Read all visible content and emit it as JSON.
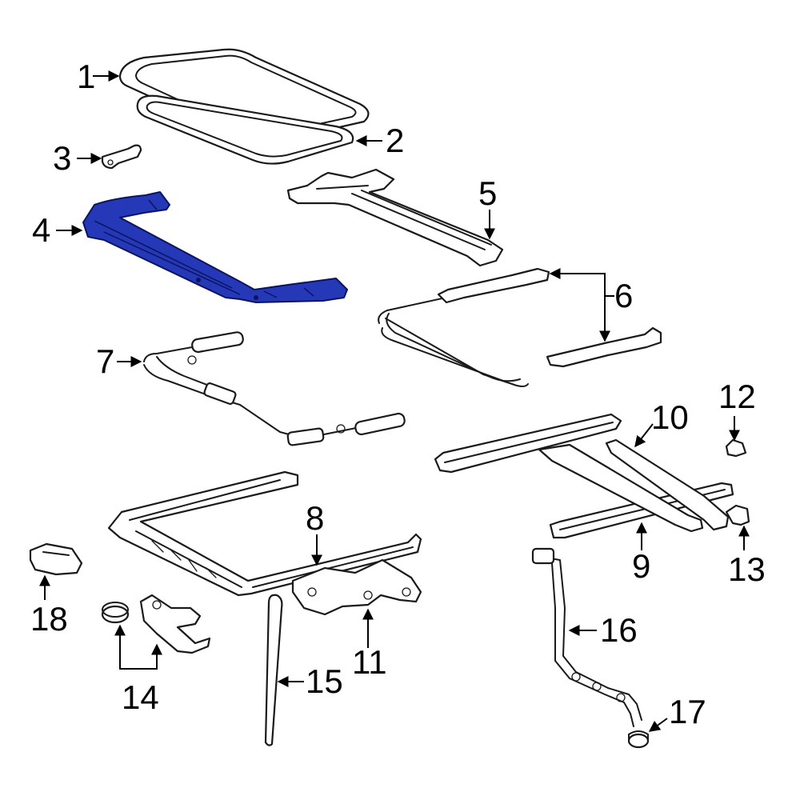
{
  "highlight_color": "#2438b8",
  "callouts": [
    {
      "id": "1",
      "label": "1"
    },
    {
      "id": "2",
      "label": "2"
    },
    {
      "id": "3",
      "label": "3"
    },
    {
      "id": "4",
      "label": "4"
    },
    {
      "id": "5",
      "label": "5"
    },
    {
      "id": "6",
      "label": "6"
    },
    {
      "id": "7",
      "label": "7"
    },
    {
      "id": "8",
      "label": "8"
    },
    {
      "id": "9",
      "label": "9"
    },
    {
      "id": "10",
      "label": "10"
    },
    {
      "id": "11",
      "label": "11"
    },
    {
      "id": "12",
      "label": "12"
    },
    {
      "id": "13",
      "label": "13"
    },
    {
      "id": "14",
      "label": "14"
    },
    {
      "id": "15",
      "label": "15"
    },
    {
      "id": "16",
      "label": "16"
    },
    {
      "id": "17",
      "label": "17"
    },
    {
      "id": "18",
      "label": "18"
    }
  ]
}
